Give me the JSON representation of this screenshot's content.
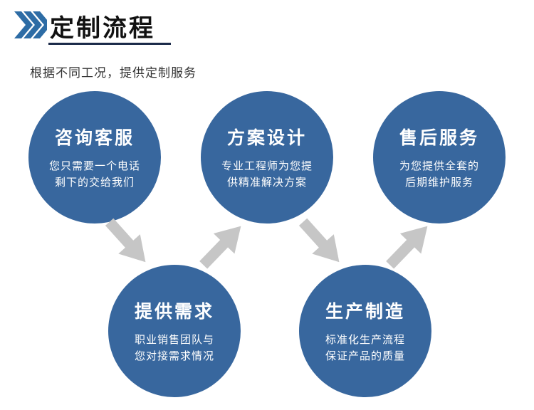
{
  "header": {
    "title": "定制流程",
    "subtitle": "根据不同工况，提供定制服务"
  },
  "steps": [
    {
      "title": "咨询客服",
      "desc": "您只需要一个电话\n剩下的交给我们"
    },
    {
      "title": "方案设计",
      "desc": "专业工程师为您提\n供精准解决方案"
    },
    {
      "title": "售后服务",
      "desc": "为您提供全套的\n后期维护服务"
    },
    {
      "title": "提供需求",
      "desc": "职业销售团队与\n您对接需求情况"
    },
    {
      "title": "生产制造",
      "desc": "标准化生产流程\n保证产品的质量"
    }
  ],
  "icons": {
    "chevrons": "triple-right-chevron",
    "flow_arrow": "block-arrow"
  },
  "colors": {
    "circle_blue": "#38679e",
    "chevron_blue": "#2d6ca5",
    "underline_navy": "#1b2a4a",
    "arrow_gray": "#c6c6c6",
    "title_text": "#111111",
    "subtitle_text": "#333333",
    "circle_text": "#ffffff"
  }
}
